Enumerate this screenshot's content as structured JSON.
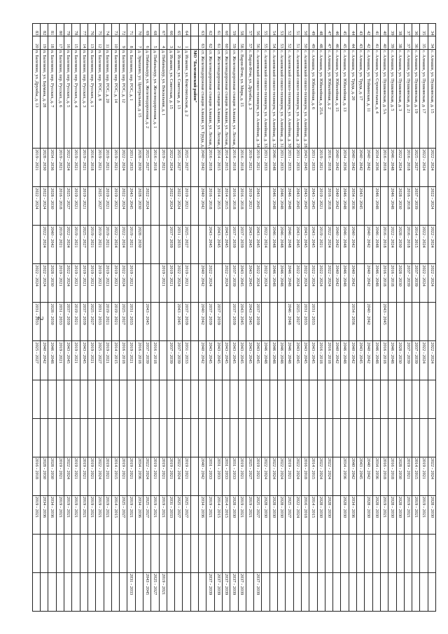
{
  "page_number": "2",
  "rows": [
    {
      "n1": "34",
      "n2": "34",
      "addr": "с. Алнаши, ул. Пушкинская, д. 15",
      "p": [
        "2022 - 2024",
        "2022 - 2024",
        "2022 - 2024",
        "2022 - 2024",
        "",
        "2022 - 2024",
        "",
        "",
        "2022 - 2024",
        "2028 - 2030",
        "",
        ""
      ]
    },
    {
      "n1": "35",
      "n2": "35",
      "addr": "с. Алнаши, ул. Пушкинская, д. 17",
      "p": [
        "2022 - 2024",
        "",
        "2022 - 2024",
        "2022 - 2024",
        "",
        "2022 - 2024",
        "",
        "",
        "2019 - 2021",
        "2019 - 2021",
        "",
        ""
      ]
    },
    {
      "n1": "36",
      "n2": "36",
      "addr": "с. Алнаши, ул. Пушкинская, д. 19",
      "p": [
        "2025 - 2027",
        "2037 - 2039",
        "2014 - 2015",
        "2037 - 2039",
        "",
        "2037 - 2039",
        "",
        "",
        "2014 - 2015",
        "2019 - 2021",
        "",
        ""
      ]
    },
    {
      "n1": "37",
      "n2": "37",
      "addr": "с. Алнаши, ул. Пушкинская, д. 21",
      "p": [
        "2016 - 2018",
        "2016 - 2018",
        "2016 - 2018",
        "2037 - 2039",
        "",
        "2037 - 2039",
        "",
        "",
        "2019 - 2021",
        "2019 - 2021",
        "",
        ""
      ]
    },
    {
      "n1": "38",
      "n2": "38",
      "addr": "с. Алнаши, ул. Пушкинская, д. 3",
      "p": [
        "2022 - 2024",
        "2028 - 2030",
        "2028 - 2030",
        "2028 - 2030",
        "",
        "2028 - 2030",
        "",
        "",
        "2028 - 2030",
        "2028 - 2030",
        "",
        ""
      ]
    },
    {
      "n1": "39",
      "n2": "39",
      "addr": "с. Алнаши, ул. Пушкинская, д. 5",
      "p": [
        "2046 - 2048",
        "2046 - 2048",
        "2022 - 2024",
        "2016 - 2018",
        "",
        "2046 - 2048",
        "",
        "",
        "2016 - 2018",
        "2028 - 2030",
        "",
        ""
      ]
    },
    {
      "n1": "40",
      "n2": "40",
      "addr": "с. Алнаши, ул. Пушкинская, д. 5А",
      "p": [
        "2016 - 2018",
        "",
        "2016 - 2018",
        "2016 - 2018",
        "2043 - 2045",
        "2016 - 2018",
        "",
        "",
        "2016 - 2018",
        "2019 - 2021",
        "",
        ""
      ]
    },
    {
      "n1": "41",
      "n2": "41",
      "addr": "с. Алнаши, ул. Строительная, д. 4",
      "p": [
        "2034 - 2036",
        "2046 - 2048",
        "2046 - 2048",
        "2046 - 2048",
        "",
        "2046 - 2048",
        "",
        "",
        "2034 - 2036",
        "2028 - 2030",
        "",
        ""
      ]
    },
    {
      "n1": "42",
      "n2": "42",
      "addr": "с. Алнаши, ул. Тойминская, д. 11",
      "p": [
        "2040 - 2042",
        "",
        "2040 - 2042",
        "2040 - 2042",
        "2040 - 2042",
        "2040 - 2042",
        "",
        "",
        "2040 - 2042",
        "2028 - 2030",
        "",
        ""
      ]
    },
    {
      "n1": "43",
      "n2": "43",
      "addr": "с. Алнаши, ул. Труда, д. 17",
      "p": [
        "2040 - 2042",
        "2043 - 2045",
        "",
        "",
        "",
        "2043 - 2045",
        "",
        "",
        "2043 - 2045",
        "",
        "",
        ""
      ]
    },
    {
      "n1": "44",
      "n2": "44",
      "addr": "с. Алнаши, ул. Труда, д. 20",
      "p": [
        "2040 - 2042",
        "2034 - 2036",
        "2040 - 2042",
        "2040 - 2042",
        "2034 - 2036",
        "2040 - 2042",
        "",
        "",
        "2040 - 2042",
        "2034 - 2036",
        "",
        ""
      ]
    },
    {
      "n1": "45",
      "n2": "45",
      "addr": "с. Алнаши, ул. Юбилейная, д. 13",
      "p": [
        "2034 - 2036",
        "2046 - 2048",
        "2046 - 2048",
        "2046 - 2048",
        "",
        "2046 - 2048",
        "",
        "",
        "2034 - 2036",
        "2028 - 2030",
        "",
        ""
      ]
    },
    {
      "n1": "46",
      "n2": "46",
      "addr": "с. Алнаши, ул. Юбилейная, д. 15",
      "p": [
        "2040 - 2042",
        "2040 - 2042",
        "2040 - 2042",
        "2040 - 2042",
        "",
        "2040 - 2042",
        "",
        "",
        "",
        "",
        "",
        ""
      ]
    },
    {
      "n1": "47",
      "n2": "47",
      "addr": "с. Алнаши, ул. Юбилейная, д. 2",
      "p": [
        "2016 - 2018",
        "2016 - 2018",
        "2022 - 2024",
        "2022 - 2024",
        "",
        "2016 - 2018",
        "",
        "",
        "2022 - 2024",
        "2028 - 2030",
        "",
        ""
      ]
    },
    {
      "n1": "48",
      "n2": "48",
      "addr": "с. Алнаши, ул. Юбилейная, д. 25А",
      "p": [
        "2019 - 2021",
        "2019 - 2021",
        "2019 - 2021",
        "2022 - 2024",
        "",
        "2016 - 2018",
        "",
        "",
        "2022 - 2024",
        "2028 - 2030",
        "",
        ""
      ]
    },
    {
      "n1": "49",
      "n2": "49",
      "addr": "с. Алнаши, ул. Юбилейная, д. 6",
      "p": [
        "2031 - 2033",
        "2043 - 2045",
        "2043 - 2045",
        "2022 - 2024",
        "2031 - 2033",
        "2043 - 2045",
        "",
        "",
        "2014 - 2015",
        "2014 - 2015",
        "",
        ""
      ]
    },
    {
      "n1": "50",
      "n2": "50",
      "addr": "с. Асановский совхоз-техникум, ул. Алнейная, д. 28",
      "p": [
        "2043 - 2045",
        "2043 - 2045",
        "2043 - 2045",
        "2022 - 2024",
        "2031 - 2033",
        "2043 - 2045",
        "",
        "",
        "2016 - 2018",
        "2016 - 2018",
        "",
        ""
      ]
    },
    {
      "n1": "51",
      "n2": "51",
      "addr": "с. Асановский совхоз-техникум, ул. Алнейная, д. 29",
      "p": [
        "2031 - 2033",
        "2043 - 2045",
        "2043 - 2045",
        "2022 - 2024",
        "2025 - 2027",
        "2043 - 2045",
        "",
        "",
        "2022 - 2024",
        "2022 - 2024",
        "",
        ""
      ]
    },
    {
      "n1": "52",
      "n2": "52",
      "addr": "с. Асановский совхоз-техникум, ул. Алнейная, д. 30",
      "p": [
        "2031 - 2033",
        "2046 - 2048",
        "2046 - 2048",
        "2046 - 2048",
        "2046 - 2048",
        "2046 - 2048",
        "",
        "",
        "2019 - 2021",
        "2025 - 2027",
        "",
        ""
      ]
    },
    {
      "n1": "53",
      "n2": "53",
      "addr": "с. Асановский совхоз-техникум, ул. Алнейная, д. 31",
      "p": [
        "2031 - 2033",
        "2046 - 2048",
        "2046 - 2048",
        "2046 - 2048",
        "",
        "2046 - 2048",
        "",
        "",
        "2022 - 2024",
        "2028 - 2030",
        "",
        ""
      ]
    },
    {
      "n1": "54",
      "n2": "54",
      "addr": "с. Асановский совхоз-техникум, ул. Алнейная, д. 32",
      "p": [
        "2046 - 2048",
        "2046 - 2048",
        "2046 - 2048",
        "2046 - 2048",
        "",
        "2046 - 2048",
        "",
        "",
        "2022 - 2024",
        "2028 - 2030",
        "",
        ""
      ]
    },
    {
      "n1": "55",
      "n2": "55",
      "addr": "с. Асановский совхоз-техникум, ул. Алнейная, д. 33",
      "p": [
        "2031 - 2033",
        "",
        "2022 - 2024",
        "2022 - 2024",
        "",
        "2046 - 2048",
        "",
        "",
        "2022 - 2024",
        "2028 - 2030",
        "",
        ""
      ]
    },
    {
      "n1": "56",
      "n2": "56",
      "addr": "с. Асановский совхоз-техникум, ул. Алнейная, д. 34",
      "p": [
        "2019 - 2021",
        "2043 - 2045",
        "2043 - 2045",
        "2022 - 2024",
        "2037 - 2039",
        "2043 - 2045",
        "",
        "",
        "2019 - 2021",
        "2025 - 2027",
        "",
        "2037 - 2039"
      ]
    },
    {
      "n1": "57",
      "n2": "57",
      "addr": "с. Варзи-Ятчи, ул. Дружбы, д. 3",
      "p": [
        "2019 - 2021",
        "2019 - 2021",
        "2043 - 2045",
        "2043 - 2045",
        "2043 - 2045",
        "2043 - 2045",
        "",
        "",
        "2025 - 2027",
        "2019 - 2021",
        "",
        ""
      ]
    },
    {
      "n1": "58",
      "n2": "58",
      "addr": "с. Варзи-Ятчи, ул. Мира, д. 15",
      "p": [
        "2016 - 2018",
        "2016 - 2018",
        "2037 - 2039",
        "2043 - 2045",
        "2043 - 2045",
        "2043 - 2045",
        "",
        "",
        "2019 - 2021",
        "2019 - 2021",
        "",
        "2037 - 2039"
      ]
    },
    {
      "n1": "59",
      "n2": "59",
      "addr": "ст. Железнодорожная станция Алнаши, ул. Лесная, д. 1",
      "p": [
        "2016 - 2018",
        "2016 - 2018",
        "2037 - 2039",
        "2037 - 2039",
        "2037 - 2039",
        "2043 - 2045",
        "",
        "",
        "2031 - 2033",
        "2028 - 2030",
        "",
        "2037 - 2039"
      ]
    },
    {
      "n1": "60",
      "n2": "60",
      "addr": "ст. Железнодорожная станция Алнаши, ул. Лесная, д. 2",
      "p": [
        "2014 - 2015",
        "2014 - 2015",
        "2043 - 2045",
        "2022 - 2024",
        "",
        "2043 - 2045",
        "",
        "",
        "2031 - 2033",
        "2014 - 2015",
        "",
        "2037 - 2039"
      ]
    },
    {
      "n1": "61",
      "n2": "61",
      "addr": "ст. Железнодорожная станция Алнаши, ул. Лесная, д. 3",
      "p": [
        "2014 - 2015",
        "2014 - 2015",
        "2043 - 2045",
        "",
        "2037 - 2039",
        "2043 - 2045",
        "",
        "",
        "2031 - 2033",
        "2014 - 2015",
        "",
        "2037 - 2039"
      ]
    },
    {
      "n1": "62",
      "n2": "62",
      "addr": "ст. Железнодорожная станция Алнаши, ул. Лесная, д. 4",
      "p": [
        "2016 - 2018",
        "2016 - 2018",
        "2043 - 2045",
        "2022 - 2024",
        "2037 - 2039",
        "2043 - 2045",
        "",
        "",
        "2031 - 2033",
        "2019 - 2021",
        "",
        "2037 - 2039"
      ]
    },
    {
      "n1": "63",
      "n2": "63",
      "addr": "ст. Железнодорожная станция Алнаши, ул. Труда, д. 4",
      "p": [
        "2040 - 2042",
        "2040 - 2042",
        "",
        "2040 - 2042",
        "2040 - 2042",
        "2040 - 2042",
        "",
        "",
        "2040 - 2042",
        "2034 - 2036",
        "",
        ""
      ]
    },
    {
      "n1": "",
      "n2": "",
      "addr": "МО \"Балезинский район\"",
      "bold": true,
      "p": [
        "",
        "",
        "",
        "",
        "",
        "",
        "",
        "",
        "",
        "",
        "",
        ""
      ]
    },
    {
      "n1": "64",
      "n2": "1",
      "addr": "д. Исаково, ул. Комсомольская, д. 2",
      "p": [
        "2025 - 2027",
        "2019 - 2021",
        "2025 - 2027",
        "2019 - 2021",
        "2037 - 2039",
        "2031 - 2033",
        "",
        "",
        "2019 - 2021",
        "2025 - 2027",
        "",
        ""
      ]
    },
    {
      "n1": "65",
      "n2": "2",
      "addr": "д. Исаково, ул. Советская, д. 13",
      "p": [
        "2025 - 2027",
        "2022 - 2024",
        "2031 - 2033",
        "2022 - 2024",
        "2043 - 2045",
        "2037 - 2039",
        "",
        "",
        "2022 - 2024",
        "2025 - 2027",
        "",
        ""
      ]
    },
    {
      "n1": "66",
      "n2": "3",
      "addr": "д. Исаково, ул. Советская, д. 15",
      "p": [
        "2022 - 2024",
        "2022 - 2024",
        "2037 - 2039",
        "2019 - 2021",
        "",
        "2037 - 2039",
        "",
        "",
        "2019 - 2021",
        "2031 - 2033",
        "",
        ""
      ]
    },
    {
      "n1": "67",
      "n2": "4",
      "addr": "д. Пибаньшур, ул. Вокзальная, д. 1",
      "p": [
        "2019 - 2021",
        "",
        "",
        "2019 - 2021",
        "",
        "",
        "",
        "",
        "2019 - 2021",
        "2019 - 2021",
        "",
        "2019 - 2021"
      ]
    },
    {
      "n1": "68",
      "n2": "5",
      "addr": "д. Пибаньшур, ул. Железнодорожная, д. 1",
      "p": [
        "2016 - 2018",
        "",
        "",
        "",
        "",
        "2016 - 2018",
        "",
        "",
        "2019 - 2021",
        "2019 - 2021",
        "",
        "2025 - 2027"
      ]
    },
    {
      "n1": "69",
      "n2": "6",
      "addr": "д. Пибаньшур, ул. Железнодорожная, д. 2",
      "p": [
        "2025 - 2027",
        "2022 - 2024",
        "",
        "",
        "2043 - 2045",
        "2037 - 2039",
        "",
        "",
        "2022 - 2024",
        "2025 - 2027",
        "",
        "2043 - 2045"
      ]
    },
    {
      "n1": "70",
      "n2": "7",
      "addr": "д. Эркешево, ул. Центральная, д. 15",
      "p": [
        "2028 - 2030",
        "2028 - 2030",
        "2028 - 2030",
        "",
        "",
        "2016 - 2018",
        "",
        "",
        "2034 - 2036",
        "2034 - 2036",
        "",
        ""
      ]
    },
    {
      "n1": "71",
      "n2": "8",
      "addr": "п. Балезино, пер. РОС, д. 1",
      "p": [
        "2031 - 2033",
        "2043 - 2045",
        "2019 - 2021",
        "2019 - 2021",
        "2031 - 2033",
        "2019 - 2021",
        "",
        "",
        "2019 - 2021",
        "2019 - 2021",
        "",
        "2031 - 2033"
      ]
    },
    {
      "n1": "72",
      "n2": "9",
      "addr": "п. Балезино, пер. РОС, д. 12",
      "p": [
        "2022 - 2024",
        "2022 - 2024",
        "2022 - 2024",
        "2022 - 2024",
        "2025 - 2027",
        "2016 - 2018",
        "",
        "",
        "2019 - 2021",
        "2025 - 2027",
        "",
        ""
      ]
    },
    {
      "n1": "73",
      "n2": "10",
      "addr": "п. Балезино, пер. РОС, д. 14",
      "p": [
        "2019 - 2021",
        "2019 - 2021",
        "2022 - 2024",
        "2019 - 2021",
        "2019 - 2021",
        "2014 - 2015",
        "",
        "",
        "2014 - 2015",
        "2014 - 2015",
        "",
        ""
      ]
    },
    {
      "n1": "74",
      "n2": "11",
      "addr": "п. Балезино, пер. РОС, д. 20",
      "p": [
        "2019 - 2021",
        "2019 - 2021",
        "2019 - 2021",
        "2019 - 2021",
        "2019 - 2021",
        "2019 - 2021",
        "",
        "",
        "2019 - 2021",
        "2019 - 2021",
        "",
        ""
      ]
    },
    {
      "n1": "75",
      "n2": "12",
      "addr": "п. Балезино, пер. РОС, д. 8",
      "p": [
        "2019 - 2021",
        "2025 - 2027",
        "2019 - 2021",
        "2019 - 2021",
        "2031 - 2033",
        "2025 - 2027",
        "",
        "",
        "2022 - 2024",
        "2019 - 2021",
        "",
        ""
      ]
    },
    {
      "n1": "76",
      "n2": "13",
      "addr": "п. Балезино, пер. Русских, д. 1",
      "p": [
        "2016 - 2018",
        "",
        "2019 - 2021",
        "2019 - 2021",
        "2025 - 2027",
        "2019 - 2021",
        "",
        "",
        "2019 - 2021",
        "2019 - 2021",
        "",
        ""
      ]
    },
    {
      "n1": "77",
      "n2": "14",
      "addr": "п. Балезино, пер. Русских, д. 3",
      "p": [
        "2019 - 2021",
        "2019 - 2021",
        "2025 - 2027",
        "2019 - 2021",
        "2037 - 2039",
        "2043 - 2045",
        "",
        "",
        "2019 - 2021",
        "2019 - 2021",
        "",
        ""
      ]
    },
    {
      "n1": "78",
      "n2": "15",
      "addr": "п. Балезино, пер. Русских, д. 4",
      "p": [
        "2019 - 2021",
        "2019 - 2021",
        "2019 - 2021",
        "2019 - 2021",
        "2019 - 2021",
        "2019 - 2021",
        "",
        "",
        "2019 - 2021",
        "2019 - 2021",
        "",
        ""
      ]
    },
    {
      "n1": "79",
      "n2": "16",
      "addr": "п. Балезино, пер. Русских, д. 5",
      "p": [
        "2022 - 2024",
        "2025 - 2027",
        "2022 - 2024",
        "2022 - 2024",
        "2037 - 2039",
        "2043 - 2045",
        "",
        "",
        "2022 - 2024",
        "2019 - 2021",
        "",
        ""
      ]
    },
    {
      "n1": "80",
      "n2": "17",
      "addr": "п. Балезино, пер. Русских, д. 6",
      "p": [
        "2019 - 2021",
        "2016 - 2018",
        "2019 - 2021",
        "2019 - 2021",
        "2031 - 2033",
        "2019 - 2021",
        "",
        "",
        "2019 - 2021",
        "2019 - 2021",
        "",
        ""
      ]
    },
    {
      "n1": "81",
      "n2": "18",
      "addr": "п. Балезино, пер. Русских, д. 7",
      "p": [
        "2034 - 2036",
        "2028 - 2030",
        "2040 - 2042",
        "2028 - 2030",
        "2028 - 2030",
        "2046 - 2048",
        "",
        "",
        "2028 - 2030",
        "2034 - 2036",
        "",
        ""
      ]
    },
    {
      "n1": "82",
      "n2": "19",
      "addr": "п. Балезино, ул. Баумана, д. 28",
      "p": [
        "2028 - 2030",
        "2022 - 2024",
        "2022 - 2024",
        "2022 - 2024",
        "",
        "2040 - 2042",
        "",
        "",
        "2028 - 2030",
        "2034 - 2036",
        "",
        ""
      ]
    },
    {
      "n1": "83",
      "n2": "20",
      "addr": "п. Балезино, ул. Дружбы, д. 13",
      "p": [
        "2019 - 2021",
        "2022 - 2024",
        "",
        "2022 - 2024",
        "2031 - 2033",
        "2025 - 2027",
        "",
        "",
        "2016 - 2018",
        "2019 - 2021",
        "",
        ""
      ]
    }
  ]
}
